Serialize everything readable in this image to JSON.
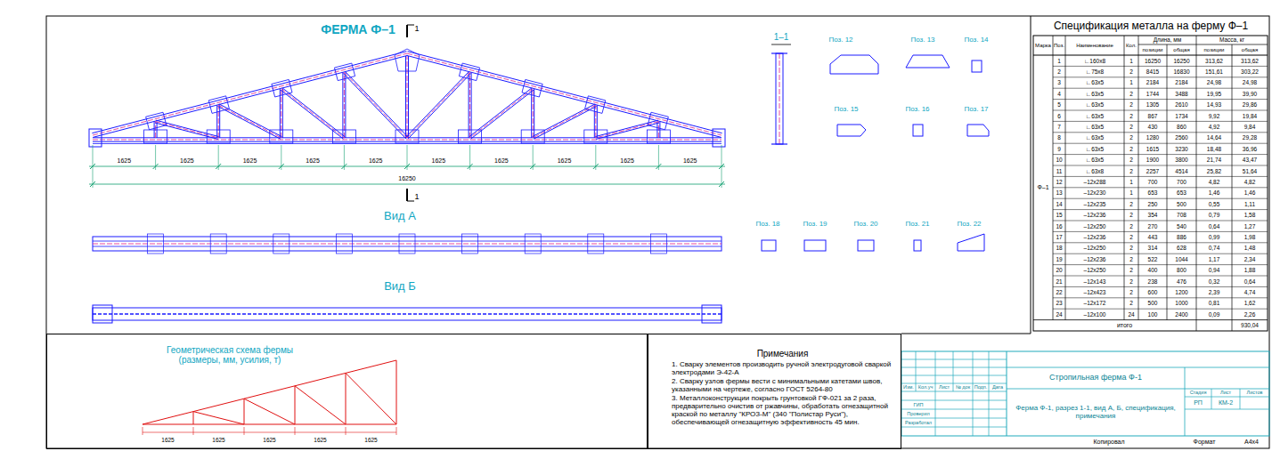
{
  "diagram": {
    "title": "ФЕРМА Ф–1",
    "nodes": [
      {
        "text": [
          "Геометрическая схема фермы (размеры, мм, усилия, т)"
        ]
      },
      {
        "text": [
          "Примечания",
          "1. Сварку элементов производить ручной электродуговой сваркой электродами Э-42-А",
          "2. Сварку узлов фермы вести с минимальными катетами швов, указанными на чертеже, согласно ГОСТ 5264-80",
          "3. Металлоконструкции покрыть грунтовкой ГФ-021 за 2 раза, предварительно очистив от ржавчины, обработать огнезащитной краской по металлу \"КРОЗ-М\" (340 \"Полистар Руси\"), обеспечивающей огнезащитную эффективность 45 мин."
        ]
      }
    ],
    "labels": [
      "1",
      "1",
      "1625",
      "1625",
      "1625",
      "1625",
      "1625",
      "1625",
      "1625",
      "1625",
      "1625",
      "1625",
      "16250",
      "1–1",
      "Поз. 12",
      "Поз. 13",
      "Поз. 14",
      "Поз. 15",
      "Поз. 16",
      "Поз. 17",
      "Поз. 18",
      "Поз. 19",
      "Поз. 20",
      "Поз. 21",
      "Поз. 22",
      "Вид А",
      "Вид Б",
      "Спецификация металла на ферму Ф–1",
      "Марка",
      "Поз.",
      "Наименование",
      "Кол.",
      "Длина, мм",
      "Масса, кг",
      "позиции",
      "общая",
      "позиции",
      "общая",
      "Ф–1",
      "1",
      "∟160х8",
      "1",
      "16250",
      "16250",
      "313,62",
      "313,62",
      "2",
      "∟75х8",
      "2",
      "8415",
      "16830",
      "151,61",
      "303,22",
      "3",
      "∟63х5",
      "1",
      "2184",
      "2184",
      "24,98",
      "24,98",
      "4",
      "∟63х5",
      "2",
      "1744",
      "3488",
      "19,95",
      "39,90",
      "5",
      "∟63х5",
      "2",
      "1305",
      "2610",
      "14,93",
      "29,86",
      "6",
      "∟63х5",
      "2",
      "867",
      "1734",
      "9,92",
      "19,84",
      "7",
      "∟63х5",
      "2",
      "430",
      "860",
      "4,92",
      "9,84",
      "8",
      "∟63х5",
      "2",
      "1280",
      "2560",
      "14,64",
      "29,28",
      "9",
      "∟63х5",
      "2",
      "1615",
      "3230",
      "18,48",
      "36,96",
      "10",
      "∟63х5",
      "2",
      "1900",
      "3800",
      "21,74",
      "43,47",
      "11",
      "∟63х8",
      "2",
      "2257",
      "4514",
      "25,82",
      "51,64",
      "12",
      "–12х288",
      "1",
      "700",
      "700",
      "4,82",
      "4,82",
      "13",
      "–12х230",
      "1",
      "653",
      "653",
      "1,46",
      "1,46",
      "14",
      "–12х235",
      "2",
      "250",
      "500",
      "0,55",
      "1,11",
      "15",
      "–12х236",
      "2",
      "354",
      "708",
      "0,79",
      "1,58",
      "16",
      "–12х250",
      "2",
      "270",
      "540",
      "0,64",
      "1,27",
      "17",
      "–12х236",
      "2",
      "443",
      "886",
      "0,99",
      "1,98",
      "18",
      "–12х250",
      "2",
      "314",
      "628",
      "0,74",
      "1,48",
      "19",
      "–12х236",
      "2",
      "522",
      "1044",
      "1,17",
      "2,34",
      "20",
      "–12х250",
      "2",
      "400",
      "800",
      "0,94",
      "1,88",
      "21",
      "–12х143",
      "2",
      "238",
      "476",
      "0,32",
      "0,64",
      "22",
      "–12х423",
      "2",
      "600",
      "1200",
      "2,39",
      "4,74",
      "23",
      "–12х172",
      "2",
      "500",
      "1000",
      "0,81",
      "1,62",
      "24",
      "–12х100",
      "24",
      "100",
      "2400",
      "0,09",
      "2,26",
      "итого",
      "930,04",
      "1625",
      "1625",
      "1625",
      "1625",
      "1625",
      "Изм.",
      "Кол.уч",
      "Лист",
      "№ док",
      "Подп.",
      "Дата",
      "ГИП",
      "Проверил",
      "Разработал",
      "Стропильная ферма Ф-1",
      "Ферма Ф-1, разрез 1-1, вид А, Б, спецификация, примечания",
      "Стадия",
      "Лист",
      "Листов",
      "РП",
      "КМ-2",
      "Копировал",
      "Формат",
      "А4х4"
    ]
  }
}
